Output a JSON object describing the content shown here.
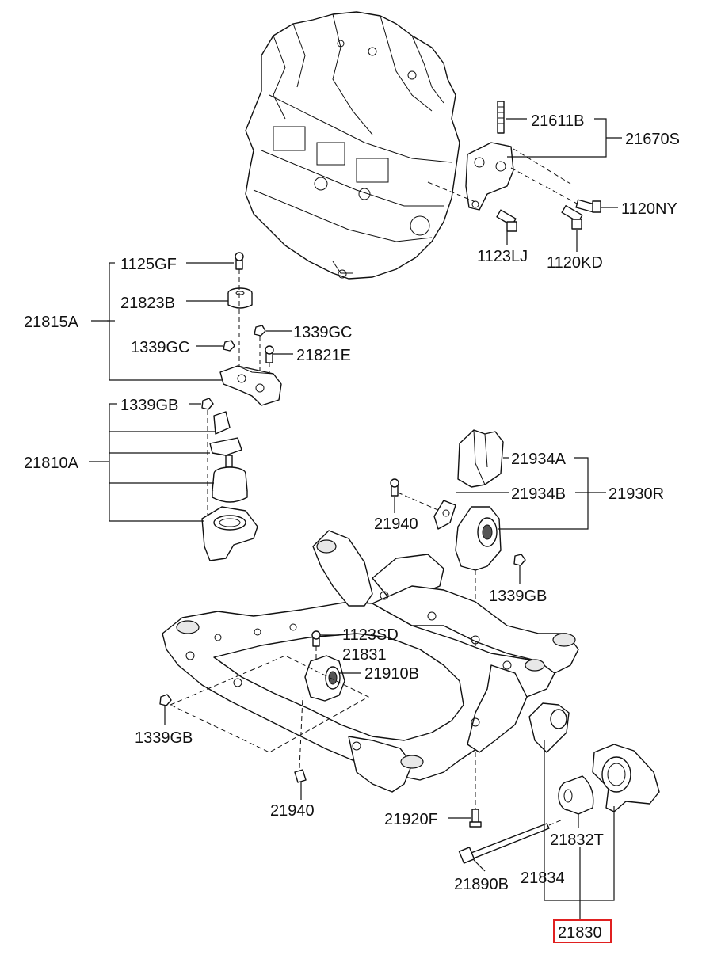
{
  "labels": {
    "p21611B": "21611B",
    "p21670S": "21670S",
    "p1120NY": "1120NY",
    "p1123LJ": "1123LJ",
    "p1120KD": "1120KD",
    "p1125GF": "1125GF",
    "p21823B": "21823B",
    "p21815A": "21815A",
    "p1339GC_a": "1339GC",
    "p1339GC_b": "1339GC",
    "p21821E": "21821E",
    "p1339GB_a": "1339GB",
    "p21810A": "21810A",
    "p21934A": "21934A",
    "p21934B": "21934B",
    "p21930R": "21930R",
    "p21940_a": "21940",
    "p1339GB_b": "1339GB",
    "p1123SD": "1123SD",
    "p21831": "21831",
    "p21910B": "21910B",
    "p1339GB_c": "1339GB",
    "p21940_b": "21940",
    "p21920F": "21920F",
    "p21832T": "21832T",
    "p21834": "21834",
    "p21890B": "21890B",
    "p21830": "21830"
  },
  "highlight_color": "#e02020"
}
